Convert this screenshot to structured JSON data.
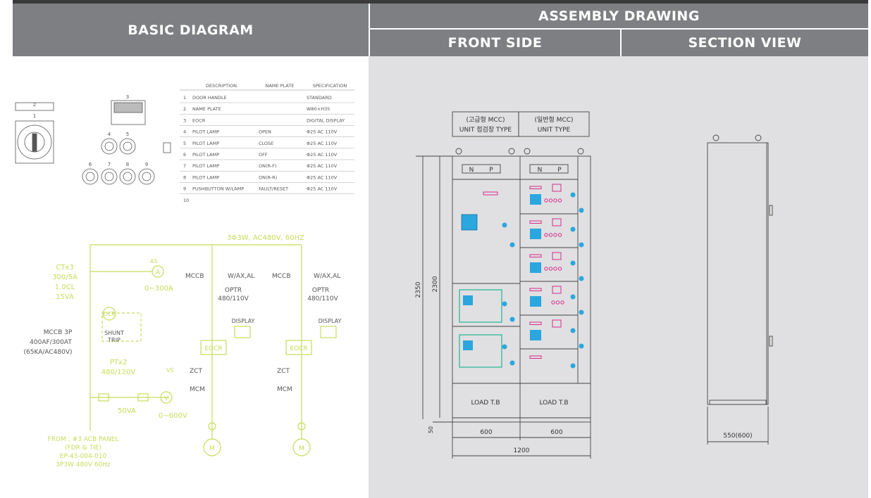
{
  "headers": {
    "basic": "BASIC DIAGRAM",
    "assembly": "ASSEMBLY DRAWING",
    "front": "FRONT SIDE",
    "section": "SECTION VIEW"
  },
  "parts_table": {
    "columns": [
      "DESCRIPTION",
      "NAME PLATE",
      "SPECIFICATION"
    ],
    "rows": [
      {
        "no": "1",
        "desc": "DOOR HANDLE",
        "plate": "",
        "spec": "STANDARD"
      },
      {
        "no": "2",
        "desc": "NAME PLATE",
        "plate": "",
        "spec": "W80×H35"
      },
      {
        "no": "3",
        "desc": "EOCR",
        "plate": "",
        "spec": "DIGITAL DISPLAY"
      },
      {
        "no": "4",
        "desc": "PILOT LAMP",
        "plate": "OPEN",
        "spec": "Φ25 AC 110V"
      },
      {
        "no": "5",
        "desc": "PILOT LAMP",
        "plate": "CLOSE",
        "spec": "Φ25 AC 110V"
      },
      {
        "no": "6",
        "desc": "PILOT LAMP",
        "plate": "OFF",
        "spec": "Φ25 AC 110V"
      },
      {
        "no": "7",
        "desc": "PILOT LAMP",
        "plate": "ON(R-F)",
        "spec": "Φ25 AC 110V"
      },
      {
        "no": "8",
        "desc": "PILOT LAMP",
        "plate": "ON(R-R)",
        "spec": "Φ25 AC 110V"
      },
      {
        "no": "9",
        "desc": "PUSHBUTTON W/LAMP",
        "plate": "FAULT/RESET",
        "spec": "Φ25 AC 110V"
      },
      {
        "no": "10",
        "desc": "",
        "plate": "",
        "spec": ""
      }
    ]
  },
  "door_layout": {
    "handle_no": "1",
    "plate_no": "2",
    "eocr_no": "3",
    "lamp_nos": [
      "4",
      "5",
      "6",
      "7",
      "8",
      "9"
    ]
  },
  "schematic": {
    "bus": "3Φ3W, AC480V, 60HZ",
    "ct": [
      "CTx3",
      "300/5A",
      "1.0CL",
      "15VA"
    ],
    "ammeter_tag": "AS",
    "ammeter_symbol": "A",
    "ammeter_range": "0~300A",
    "ocr": "OCR",
    "shunt": [
      "SHUNT",
      "TRIP"
    ],
    "main_breaker": [
      "MCCB 3P",
      "400AF/300AT",
      "(65KA/AC480V)"
    ],
    "pt": [
      "PTx2",
      "480/120V"
    ],
    "pt_va": "50VA",
    "voltmeter_tag": "VS",
    "voltmeter_symbol": "V",
    "voltmeter_range": "0~600V",
    "from": [
      "FROM : #3 ACB PANEL",
      "(FDR & TIE)",
      "EP-43-004-010",
      "3P3W 480V 60Hz"
    ],
    "feeders": [
      {
        "mccb": "MCCB",
        "aux": "W/AX,AL",
        "optr": "OPTR",
        "optr_v": "480/110V",
        "display": "DISPLAY",
        "eocr": "EOCR",
        "zct": "ZCT",
        "mcm": "MCM",
        "motor": "M"
      },
      {
        "mccb": "MCCB",
        "aux": "W/AX,AL",
        "optr": "OPTR",
        "optr_v": "480/110V",
        "display": "DISPLAY",
        "eocr": "EOCR",
        "zct": "ZCT",
        "mcm": "MCM",
        "motor": "M"
      }
    ]
  },
  "front": {
    "left_label": [
      "(고급형 MCC)",
      "UNIT 점검창 TYPE"
    ],
    "right_label": [
      "(일반형 MCC)",
      "UNIT TYPE"
    ],
    "np": [
      "N",
      "P"
    ],
    "load_tb": "LOAD T.B",
    "dim_total_height": "2350",
    "dim_body_height": "2300",
    "dim_base": "50",
    "dim_width_left": "600",
    "dim_width_right": "600",
    "dim_total_width": "1200"
  },
  "section": {
    "dim_depth": "550(600)"
  },
  "colors": {
    "header_bg": "#7d7f82",
    "schematic": "#c6dc5a",
    "drawing_line": "#444444",
    "eocr_green": "#2fb89a",
    "lamp_blue": "#2ba6de",
    "meter_magenta": "#d62b8a"
  }
}
